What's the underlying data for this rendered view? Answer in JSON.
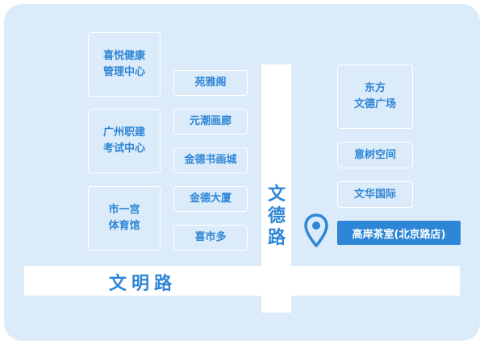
{
  "map": {
    "blocks": [
      {
        "label": "喜悦健康\n管理中心"
      },
      {
        "label": "苑雅阁"
      },
      {
        "label": "广州职建\n考试中心"
      },
      {
        "label": "元潮画廊"
      },
      {
        "label": "金德书画城"
      },
      {
        "label": "市一宫\n体育馆"
      },
      {
        "label": "金德大厦"
      },
      {
        "label": "喜市多"
      },
      {
        "label": "东方\n文德广场"
      },
      {
        "label": "意树空间"
      },
      {
        "label": "文华国际"
      }
    ],
    "roads": {
      "vertical": "文德路",
      "horizontal": "文明路"
    },
    "store": {
      "label": "高岸茶室(北京路店)",
      "icon": "location-pin-icon"
    },
    "colors": {
      "background": "#dcebfa",
      "accent": "#2e86d6",
      "road": "#ffffff"
    }
  }
}
